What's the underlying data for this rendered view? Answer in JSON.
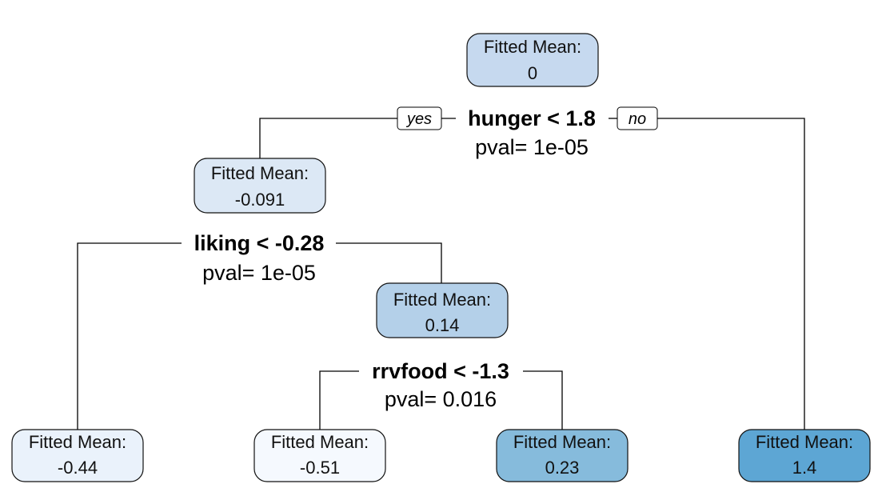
{
  "tree": {
    "fitted_label": "Fitted Mean:",
    "nodes": {
      "root": {
        "value": "0",
        "fill": "#c6d9ef"
      },
      "left": {
        "value": "-0.091",
        "fill": "#dce8f5"
      },
      "mid": {
        "value": "0.14",
        "fill": "#b4d0e9"
      },
      "leaf1": {
        "value": "-0.44",
        "fill": "#eaf2fb"
      },
      "leaf2": {
        "value": "-0.51",
        "fill": "#f5f9fe"
      },
      "leaf3": {
        "value": "0.23",
        "fill": "#86bbdc"
      },
      "leaf4": {
        "value": "1.4",
        "fill": "#5da6d4"
      }
    },
    "splits": {
      "hunger": {
        "rule": "hunger < 1.8",
        "pval": "pval= 1e-05"
      },
      "liking": {
        "rule": "liking < -0.28",
        "pval": "pval= 1e-05"
      },
      "rrvfood": {
        "rule": "rrvfood < -1.3",
        "pval": "pval= 0.016"
      }
    },
    "branch_labels": {
      "yes": "yes",
      "no": "no"
    }
  }
}
